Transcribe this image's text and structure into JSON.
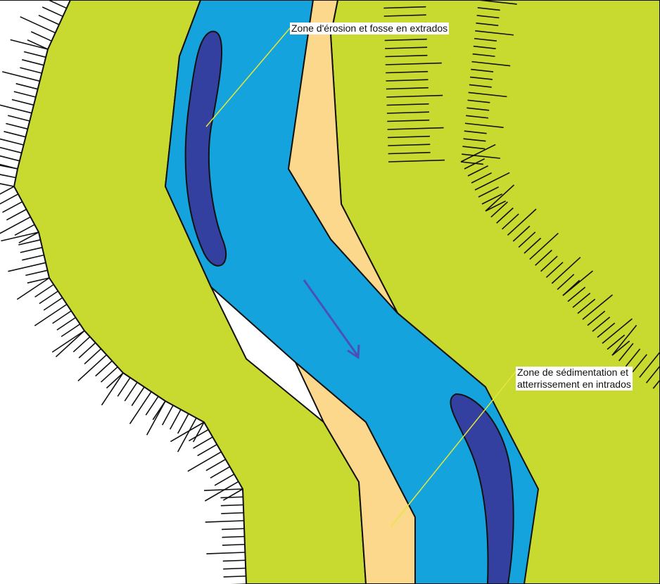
{
  "labels": {
    "erosion": "Zone d'érosion et fosse en extrados",
    "sedimentation_line1": "Zone de sédimentation et",
    "sedimentation_line2": "atterrissement en intrados"
  },
  "colors": {
    "floodplain": "#c8d92f",
    "channel": "#14a3dc",
    "pool": "#3340a0",
    "sediment_bar": "#fcd88c",
    "flow_arrow": "#4a50b8",
    "leader_line": "#e6e63a",
    "outline": "#111111"
  },
  "icons": {
    "flow": "arrow-down-right-icon"
  }
}
